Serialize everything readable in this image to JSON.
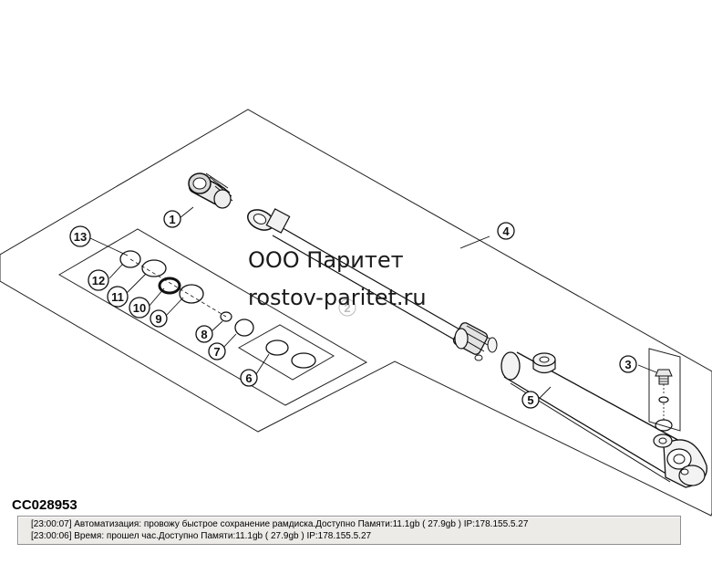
{
  "diagram": {
    "watermark": {
      "company": "ООО Паритет",
      "site": "rostov-paritet.ru"
    },
    "code": "CC028953",
    "callouts": [
      "1",
      "2",
      "3",
      "4",
      "5",
      "6",
      "7",
      "8",
      "9",
      "10",
      "11",
      "12",
      "13"
    ]
  },
  "log": {
    "lines": [
      "[23:00:07]  Автоматизация: провожу быстрое сохранение рамдиска.Доступно Памяти:11.1gb  ( 27.9gb ) IP:178.155.5.27",
      "[23:00:06]  Время: прошел час.Доступно Памяти:11.1gb  ( 27.9gb ) IP:178.155.5.27"
    ]
  }
}
